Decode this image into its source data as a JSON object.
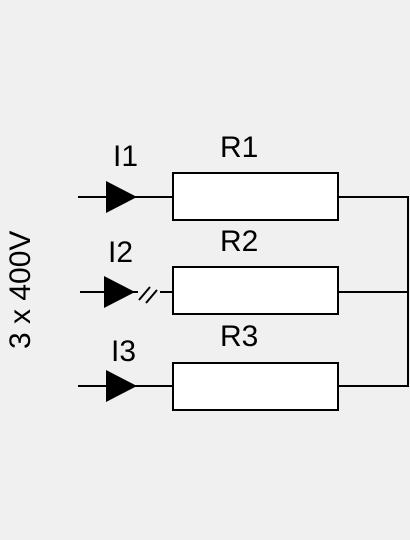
{
  "diagram": {
    "supply_label": "3 x 400V",
    "branches": [
      {
        "current_label": "I1",
        "resistor_label": "R1",
        "switch": "closed"
      },
      {
        "current_label": "I2",
        "resistor_label": "R2",
        "switch": "open"
      },
      {
        "current_label": "I3",
        "resistor_label": "R3",
        "switch": "closed"
      }
    ]
  },
  "colors": {
    "background": "#f0f0f0",
    "line": "#000000",
    "resistor_fill": "#ffffff"
  }
}
